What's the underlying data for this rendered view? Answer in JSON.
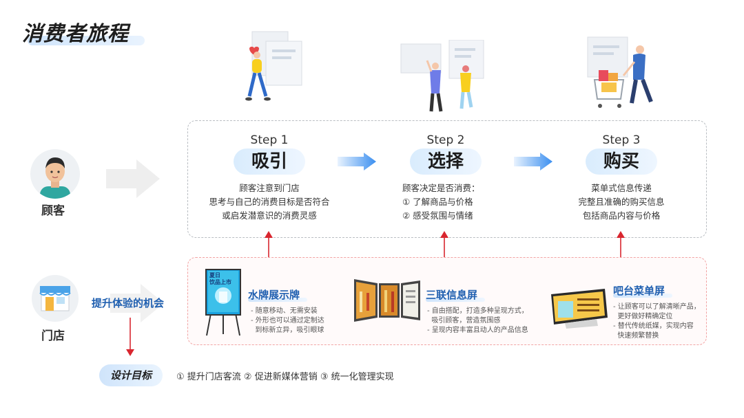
{
  "page": {
    "title": "消费者旅程"
  },
  "customer": {
    "label": "顾客"
  },
  "store": {
    "label": "门店",
    "opportunity": "提升体验的机会"
  },
  "steps": [
    {
      "step": "Step 1",
      "name": "吸引",
      "lines": [
        "顾客注意到门店",
        "思考与自己的消费目标是否符合",
        "或启发潜意识的消费灵感"
      ]
    },
    {
      "step": "Step 2",
      "name": "选择",
      "lines": [
        "顾客决定是否消费：",
        "①   了解商品与价格",
        "②   感受氛围与情绪"
      ]
    },
    {
      "step": "Step 3",
      "name": "购买",
      "lines": [
        "菜单式信息传递",
        "完整且准确的购买信息",
        "包括商品内容与价格"
      ]
    }
  ],
  "products": [
    {
      "name": "水牌展示牌",
      "lines": [
        "- 随意移动、无需安装",
        "- 外形也可以通过定制达",
        "  到标新立异，吸引眼球"
      ],
      "poster_text": [
        "夏日",
        "饮品上市"
      ]
    },
    {
      "name": "三联信息屏",
      "lines": [
        "- 自由搭配，打造多种呈现方式，",
        "  吸引顾客，营造氛围感",
        "- 呈现内容丰富且动人的产品信息"
      ]
    },
    {
      "name": "吧台菜单屏",
      "lines": [
        "- 让顾客可以了解清晰产品，",
        "  更好做好精确定位",
        "- 替代传统纸媒，实现内容",
        "  快速频繁替换"
      ]
    }
  ],
  "design_goal": {
    "label": "设计目标",
    "text": "① 提升门店客流  ② 促进新媒体营销  ③ 统一化管理实现"
  },
  "colors": {
    "accent_blue": "#1f5fb0",
    "arrow_blue": "#3b8ff0",
    "red": "#d9262f"
  }
}
